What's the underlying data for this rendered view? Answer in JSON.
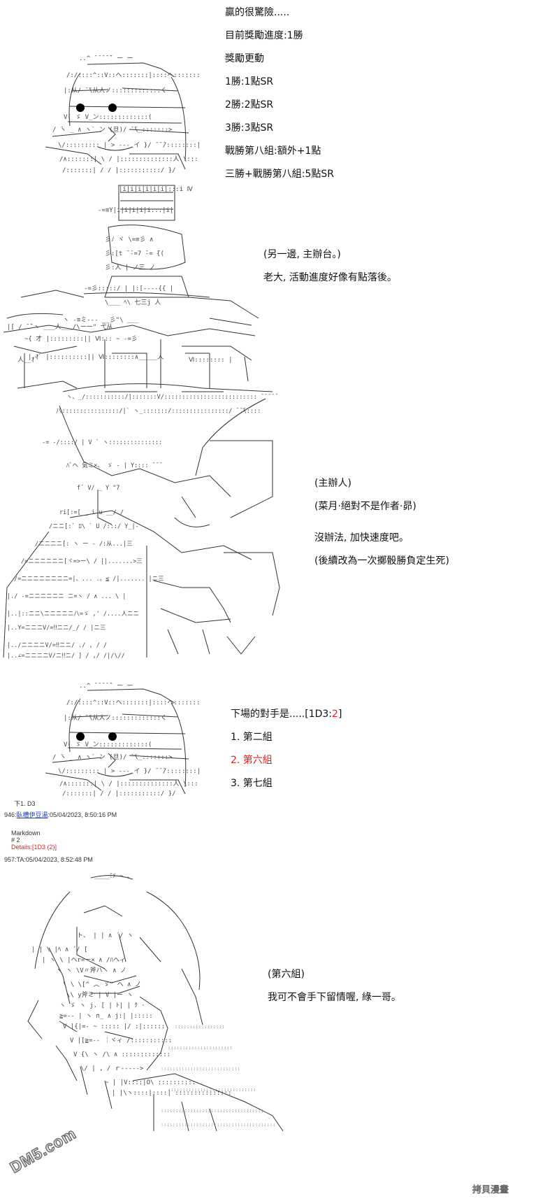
{
  "panel1": {
    "lines": [
      "贏的很驚險.....",
      "目前獎勵進度:1勝",
      "獎勵更動",
      "1勝:1點SR",
      "2勝:2點SR",
      "3勝:3點SR",
      "戰勝第八組:額外+1點",
      "三勝+戰勝第八組:5點SR"
    ]
  },
  "panel2": {
    "lines": [
      "(另一邊, 主辦台。)",
      "老大, 活動進度好像有點落後。"
    ]
  },
  "panel3": {
    "lines": [
      "(主辦人)",
      "(菜月·絕對不是作者·昴)",
      "",
      "沒辦法, 加快速度吧。",
      "(後續改為一次擲骰勝負定生死)"
    ]
  },
  "panel4": {
    "prompt_prefix": "下場的對手是.....[1D3:",
    "roll_result": "2",
    "prompt_suffix": "]",
    "options": [
      "1. 第二組",
      "2. 第六組",
      "3. 第七組"
    ],
    "selected_index": 1,
    "accent_color": "#e02020"
  },
  "log": {
    "roll_line": "下1. D3",
    "post1_id": "946:",
    "post1_user": "臥槽伊豆湯",
    "post1_time": ":05/04/2023, 8:50:16 PM",
    "md_label": "Markdown",
    "md_num": "# 2",
    "details_label": "Details:",
    "details_value": "[1D3 (2)]",
    "post2": "957:TA:05/04/2023, 8:52:48 PM"
  },
  "panel5": {
    "lines": [
      "(第六組)",
      "我可不會手下留情喔, 綠一哥。"
    ]
  },
  "watermarks": {
    "left": "DM5.com",
    "right": "拷貝漫畫"
  },
  "art": [
    "long-haired-girl-aa",
    "armored-giant-aa",
    "host-man-aa",
    "long-haired-girl-aa",
    "sixth-group-girl-aa"
  ]
}
